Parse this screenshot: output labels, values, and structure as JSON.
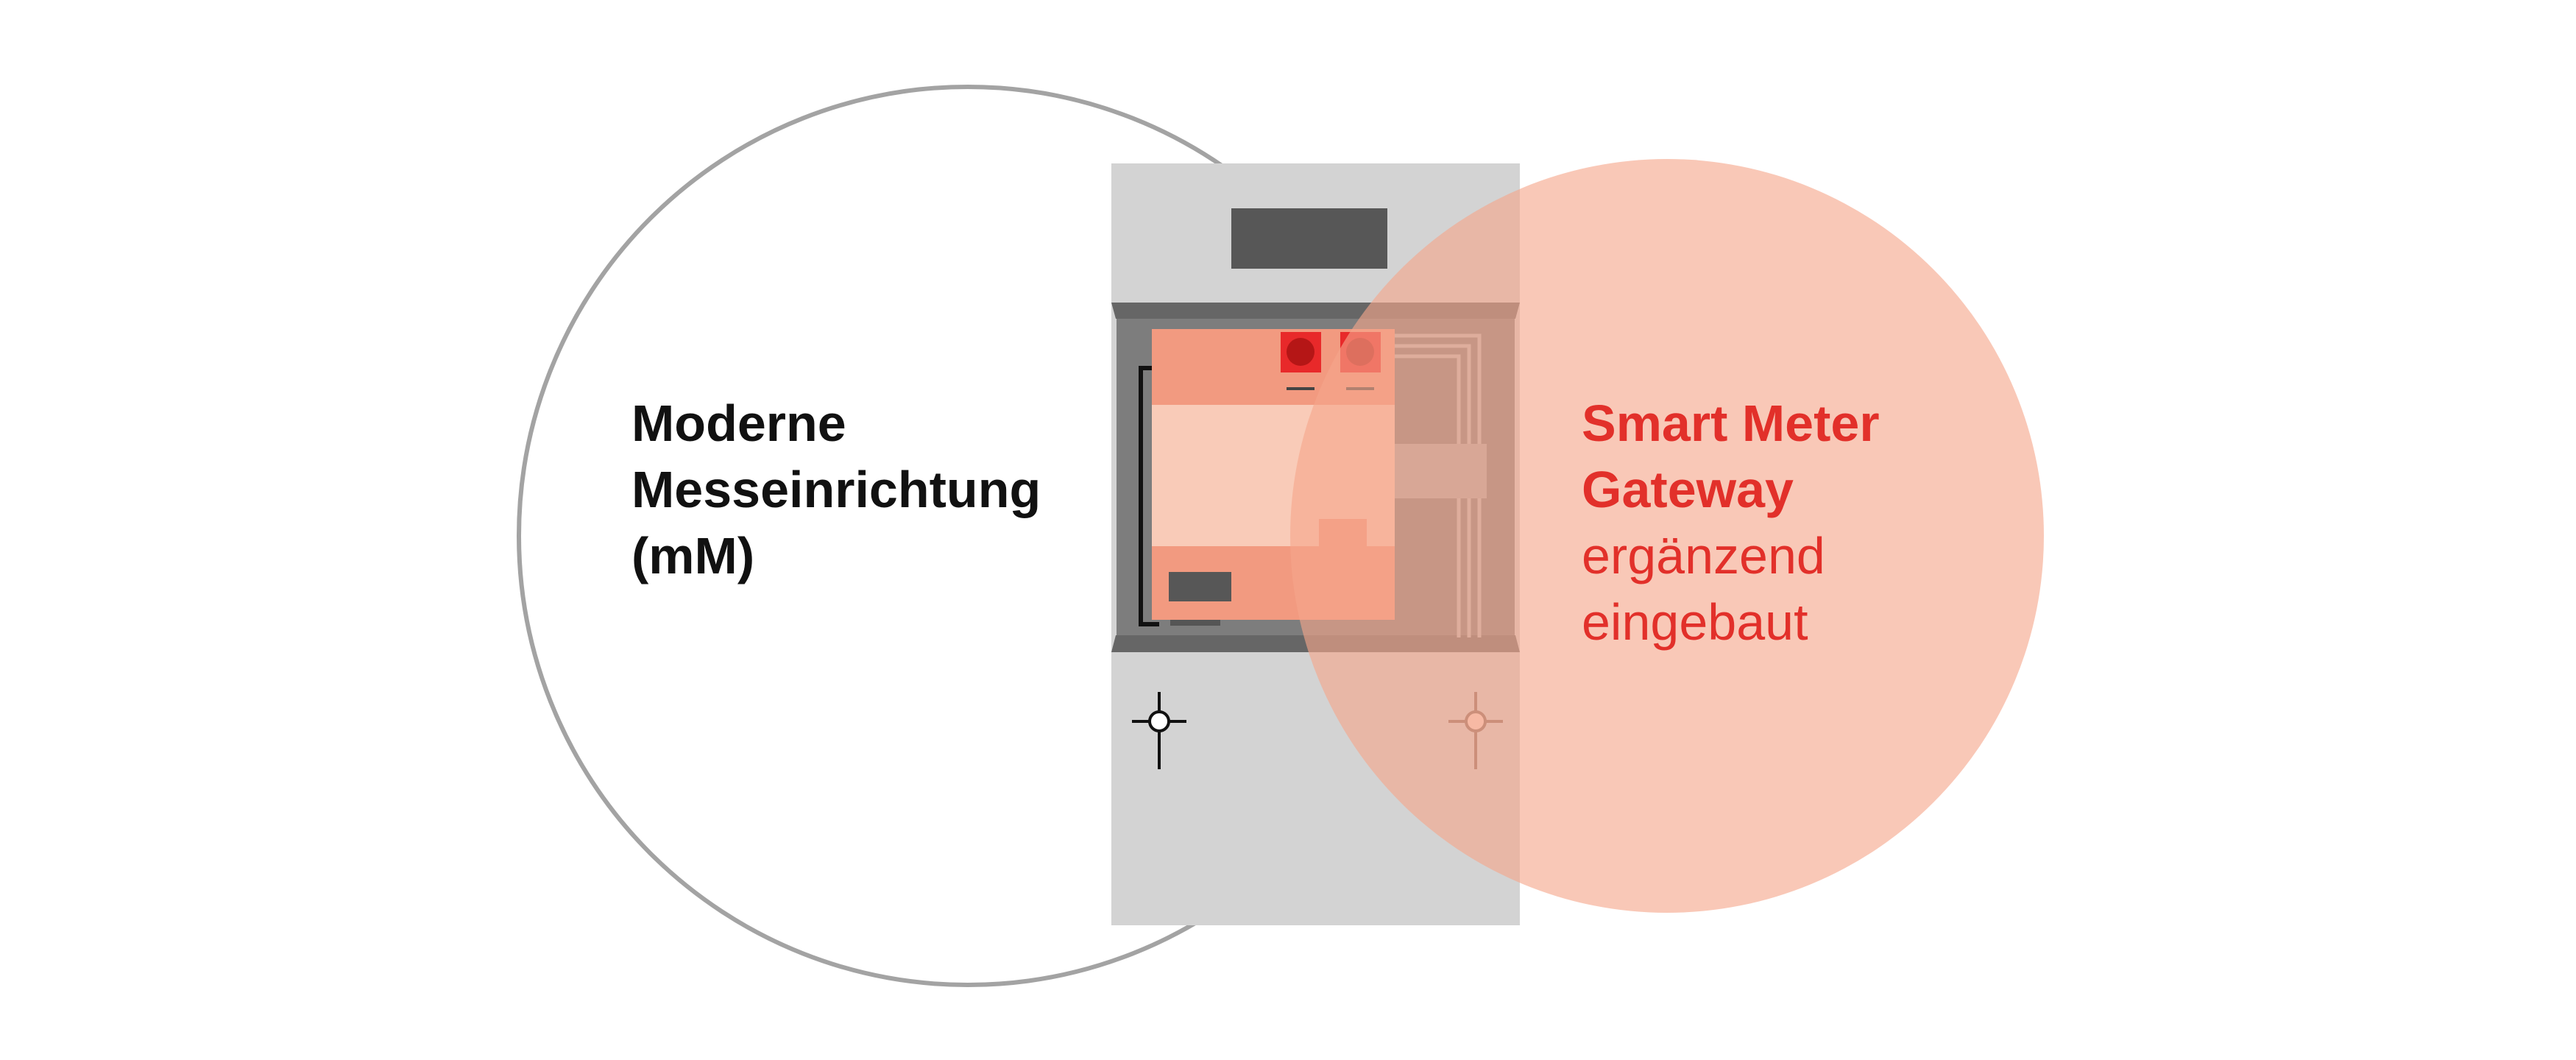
{
  "left_circle": {
    "lines": [
      "Moderne",
      "Messeinrichtung",
      "(mM)"
    ]
  },
  "right_circle": {
    "bold_lines": [
      "Smart Meter",
      "Gateway"
    ],
    "regular_lines": [
      "ergänzend",
      "eingebaut"
    ]
  },
  "colors": {
    "circle_outline": "#a3a3a3",
    "cabinet": "#d3d3d3",
    "cabinet_dark": "#555555",
    "meter_salmon": "#f29a80",
    "meter_light": "#f9cbb8",
    "led_red": "#d31b1b",
    "overlay_pink": "#f5a78a",
    "accent_red": "#e2302a"
  }
}
